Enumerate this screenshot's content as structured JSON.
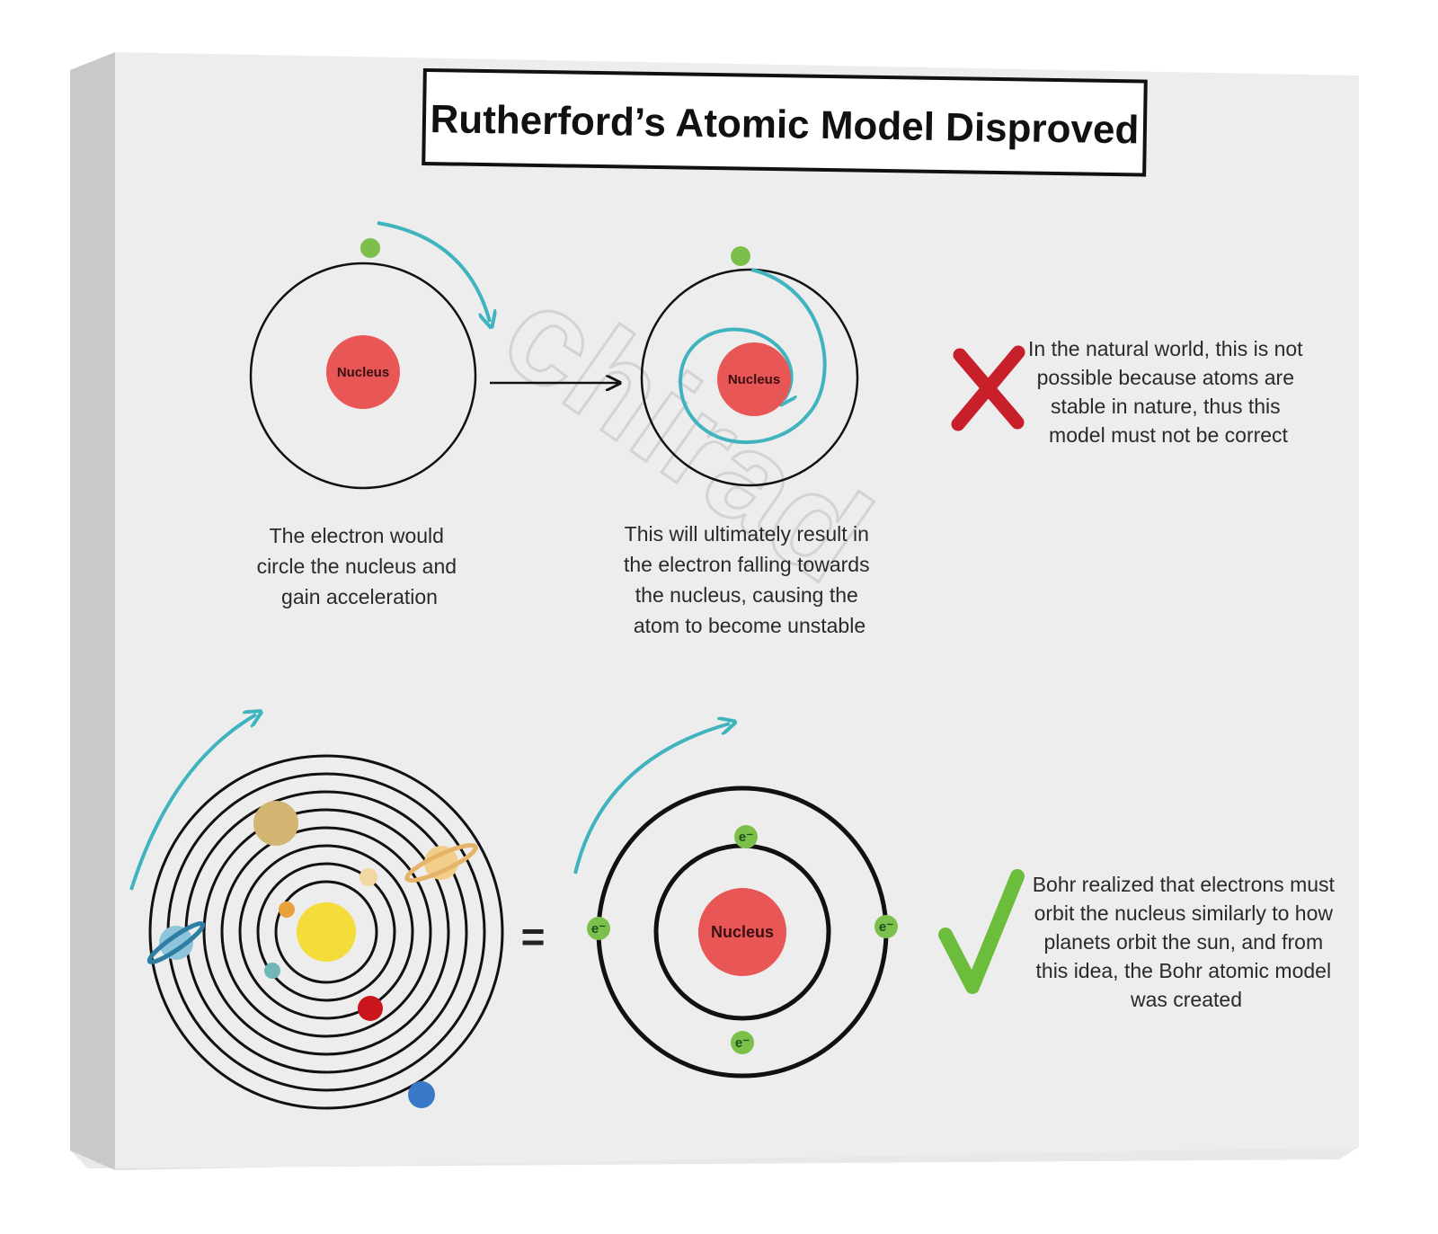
{
  "title": "Rutherford’s Atomic Model Disproved",
  "rutherford": {
    "nucleus_label_1": "Nucleus",
    "nucleus_label_2": "Nucleus",
    "caption_1": [
      "The electron would",
      "circle the nucleus and",
      "gain acceleration"
    ],
    "caption_2": [
      "This will ultimately result in",
      "the electron falling towards",
      "the nucleus, causing the",
      "atom to become unstable"
    ],
    "verdict_icon": "cross-icon",
    "verdict_text": [
      "In the natural world, this is not",
      "possible because atoms are",
      "stable in nature, thus this",
      "model must not be correct"
    ]
  },
  "bohr": {
    "equals_sign": "=",
    "nucleus_label": "Nucleus",
    "electron_label": "e⁻",
    "verdict_icon": "check-icon",
    "verdict_text": [
      "Bohr realized that electrons must",
      "orbit the nucleus similarly to how",
      "planets orbit the sun, and from",
      "this idea, the Bohr atomic model",
      "was created"
    ]
  },
  "watermark": "chirad",
  "colors": {
    "nucleus": "#e85656",
    "electron": "#7cc04b",
    "arrow_teal": "#3fb4bf",
    "cross": "#c8202a",
    "check": "#6cbd3c",
    "sun": "#f4dc3a"
  }
}
